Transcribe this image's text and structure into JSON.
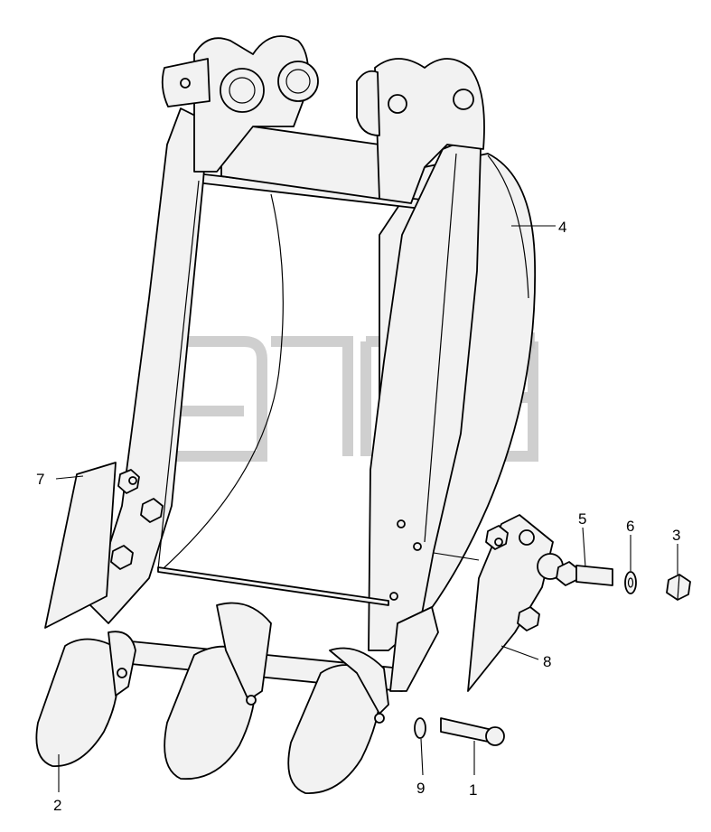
{
  "watermark": {
    "mark": "TM"
  },
  "callouts": {
    "c1": "1",
    "c2": "2",
    "c3": "3",
    "c4": "4",
    "c5": "5",
    "c6": "6",
    "c7": "7",
    "c8": "8",
    "c9": "9"
  }
}
